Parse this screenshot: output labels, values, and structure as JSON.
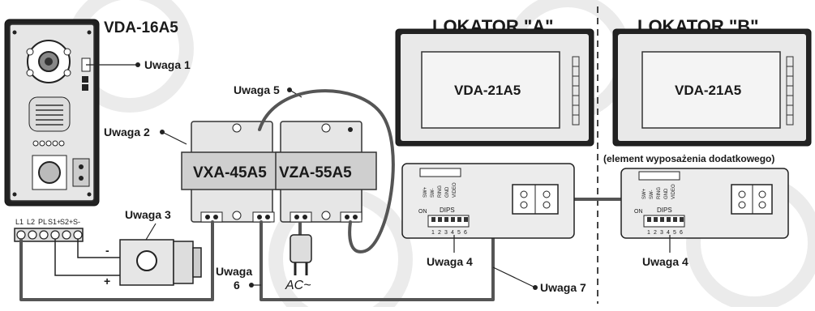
{
  "doorstation": {
    "title": "VDA-16A5"
  },
  "terminals": [
    "L1",
    "L2",
    "PL",
    "S1+",
    "S2+",
    "S-"
  ],
  "lock": {
    "minus": "-",
    "plus": "+"
  },
  "modules": {
    "left": "VXA-45A5",
    "right": "VZA-55A5"
  },
  "plug_label": "AC~",
  "monitors": [
    {
      "header": "LOKATOR \"A\"",
      "model": "VDA-21A5",
      "note": ""
    },
    {
      "header": "LOKATOR \"B\"",
      "model": "VDA-21A5",
      "note": "(element wyposażenia dodatkowego)"
    }
  ],
  "back_panel": {
    "pins": [
      "SW+",
      "SW-",
      "RING",
      "GND",
      "VIDEO"
    ],
    "dips_label": "DIPS",
    "on_label": "ON",
    "dip_numbers": [
      "1",
      "2",
      "3",
      "4",
      "5",
      "6"
    ]
  },
  "notes": {
    "n1": "Uwaga 1",
    "n2": "Uwaga 2",
    "n3": "Uwaga 3",
    "n4a": "Uwaga 4",
    "n4b": "Uwaga 4",
    "n5": "Uwaga 5",
    "n6_line1": "Uwaga",
    "n6_line2": "6",
    "n7": "Uwaga 7"
  }
}
